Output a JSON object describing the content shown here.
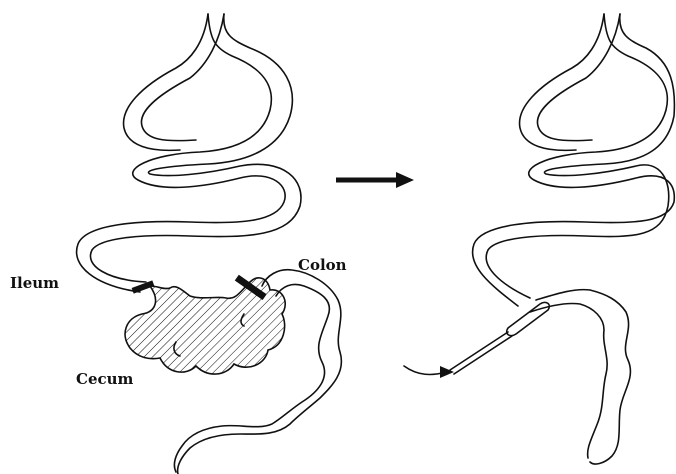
{
  "labels": {
    "ileum": "Ileum",
    "colon": "Colon",
    "cecum": "Cecum"
  },
  "colors": {
    "ink": "#111111",
    "background": "#ffffff"
  },
  "icons": [
    "right-arrow-icon",
    "curved-arrow-icon"
  ]
}
